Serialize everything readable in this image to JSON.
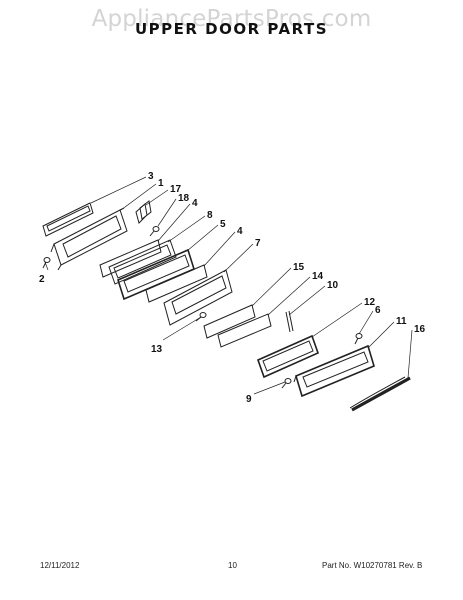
{
  "watermark": "AppliancePartsPros.com",
  "title": "UPPER DOOR PARTS",
  "callouts": [
    "3",
    "1",
    "17",
    "18",
    "4",
    "8",
    "5",
    "4",
    "7",
    "2",
    "15",
    "14",
    "10",
    "12",
    "6",
    "11",
    "16",
    "13",
    "9"
  ],
  "footer": {
    "date": "12/11/2012",
    "page": "10",
    "part": "Part No. W10270781 Rev. B"
  }
}
